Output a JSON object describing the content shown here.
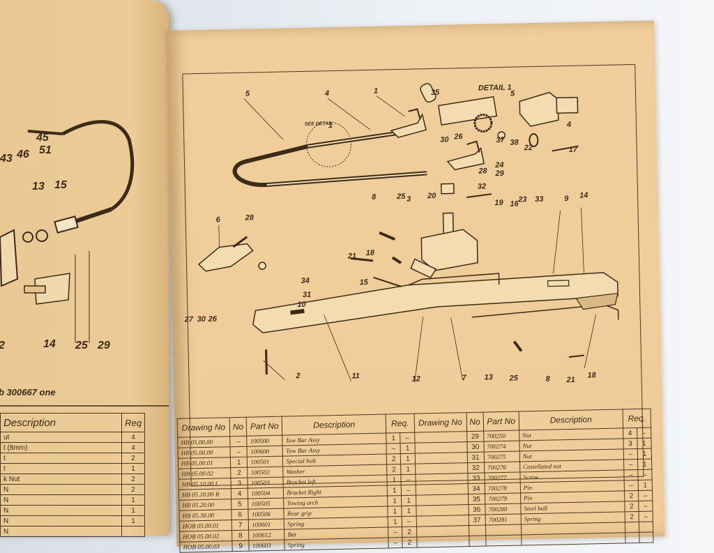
{
  "left_page": {
    "labels": [
      "45",
      "43",
      "46",
      "51",
      "13",
      "15",
      "14",
      "25",
      "29",
      "2"
    ],
    "caption": "b 300667 one",
    "table": {
      "headers": [
        "Description",
        "Req"
      ],
      "rows": [
        {
          "d": "ut",
          "q": "4"
        },
        {
          "d": "t (8mm)",
          "q": "4"
        },
        {
          "d": "t",
          "q": "2"
        },
        {
          "d": "t",
          "q": "1"
        },
        {
          "d": "k Nut",
          "q": "2"
        },
        {
          "d": "N",
          "q": "2"
        },
        {
          "d": "N",
          "q": "1"
        },
        {
          "d": "N",
          "q": "1"
        },
        {
          "d": "N",
          "q": "1"
        },
        {
          "d": "N",
          "q": ""
        }
      ]
    }
  },
  "diagram": {
    "title": "DETAIL 1",
    "see_detail": "SEE DETAIL",
    "callout": "1",
    "labels": [
      "5",
      "4",
      "1",
      "35",
      "5",
      "4",
      "30",
      "26",
      "37",
      "38",
      "22",
      "17",
      "28",
      "24",
      "29",
      "8",
      "25",
      "3",
      "20",
      "32",
      "19",
      "16",
      "23",
      "33",
      "9",
      "14",
      "6",
      "28",
      "21",
      "18",
      "15",
      "34",
      "31",
      "27",
      "30",
      "26",
      "2",
      "11",
      "12",
      "7",
      "13",
      "25",
      "8",
      "21",
      "18",
      "10"
    ]
  },
  "parts_table": {
    "headers": {
      "drawing_no": "Drawing No",
      "no": "No",
      "part_no": "Part No",
      "description": "Description",
      "req": "Req."
    },
    "left_rows": [
      {
        "dno": "HB 05.00.00",
        "no": "–",
        "pno": "100500",
        "desc": "Tow Bar Assy",
        "r1": "1",
        "r2": "–"
      },
      {
        "dno": "HB 05.00.00",
        "no": "–",
        "pno": "100600",
        "desc": "Tow Bar Assy",
        "r1": "–",
        "r2": "1"
      },
      {
        "dno": "HB 05.00.01",
        "no": "1",
        "pno": "100501",
        "desc": "Special bolt",
        "r1": "2",
        "r2": "1"
      },
      {
        "dno": "HB 05.00.02",
        "no": "2",
        "pno": "100502",
        "desc": "Washer",
        "r1": "2",
        "r2": "1"
      },
      {
        "dno": "HB 05.10.00 L",
        "no": "3",
        "pno": "100503",
        "desc": "Bracket left",
        "r1": "1",
        "r2": "–"
      },
      {
        "dno": "HB 05.10.00 R",
        "no": "4",
        "pno": "100504",
        "desc": "Bracket Right",
        "r1": "1",
        "r2": "–"
      },
      {
        "dno": "HB 05.20.00",
        "no": "5",
        "pno": "100505",
        "desc": "Towing arch",
        "r1": "1",
        "r2": "1"
      },
      {
        "dno": "HB 05.30.00",
        "no": "6",
        "pno": "100506",
        "desc": "Rear grip",
        "r1": "1",
        "r2": "1"
      },
      {
        "dno": "HOB 05.00.01",
        "no": "7",
        "pno": "100601",
        "desc": "Spring",
        "r1": "1",
        "r2": "–"
      },
      {
        "dno": "HOB 05.00.02",
        "no": "8",
        "pno": "100612",
        "desc": "Bat",
        "r1": "–",
        "r2": "2"
      },
      {
        "dno": "HOB 05.00.03",
        "no": "9",
        "pno": "100603",
        "desc": "Spring",
        "r1": "–",
        "r2": "2"
      }
    ],
    "right_rows": [
      {
        "no": "29",
        "pno": "700250",
        "desc": "Nut",
        "r1": "4",
        "r2": "–"
      },
      {
        "no": "30",
        "pno": "700274",
        "desc": "Nut",
        "r1": "3",
        "r2": "1"
      },
      {
        "no": "31",
        "pno": "700275",
        "desc": "Nut",
        "r1": "–",
        "r2": "1"
      },
      {
        "no": "32",
        "pno": "700276",
        "desc": "Castellated nut",
        "r1": "–",
        "r2": "1"
      },
      {
        "no": "33",
        "pno": "700277",
        "desc": "Screw",
        "r1": "–",
        "r2": "–"
      },
      {
        "no": "34",
        "pno": "700278",
        "desc": "Pin",
        "r1": "–",
        "r2": "1"
      },
      {
        "no": "35",
        "pno": "700279",
        "desc": "Pin",
        "r1": "2",
        "r2": "–"
      },
      {
        "no": "36",
        "pno": "700280",
        "desc": "Steel ball",
        "r1": "2",
        "r2": "–"
      },
      {
        "no": "37",
        "pno": "700281",
        "desc": "Spring",
        "r1": "2",
        "r2": "–"
      },
      {
        "no": "",
        "pno": "",
        "desc": "",
        "r1": "",
        "r2": ""
      },
      {
        "no": "",
        "pno": "",
        "desc": "",
        "r1": "",
        "r2": ""
      }
    ]
  }
}
